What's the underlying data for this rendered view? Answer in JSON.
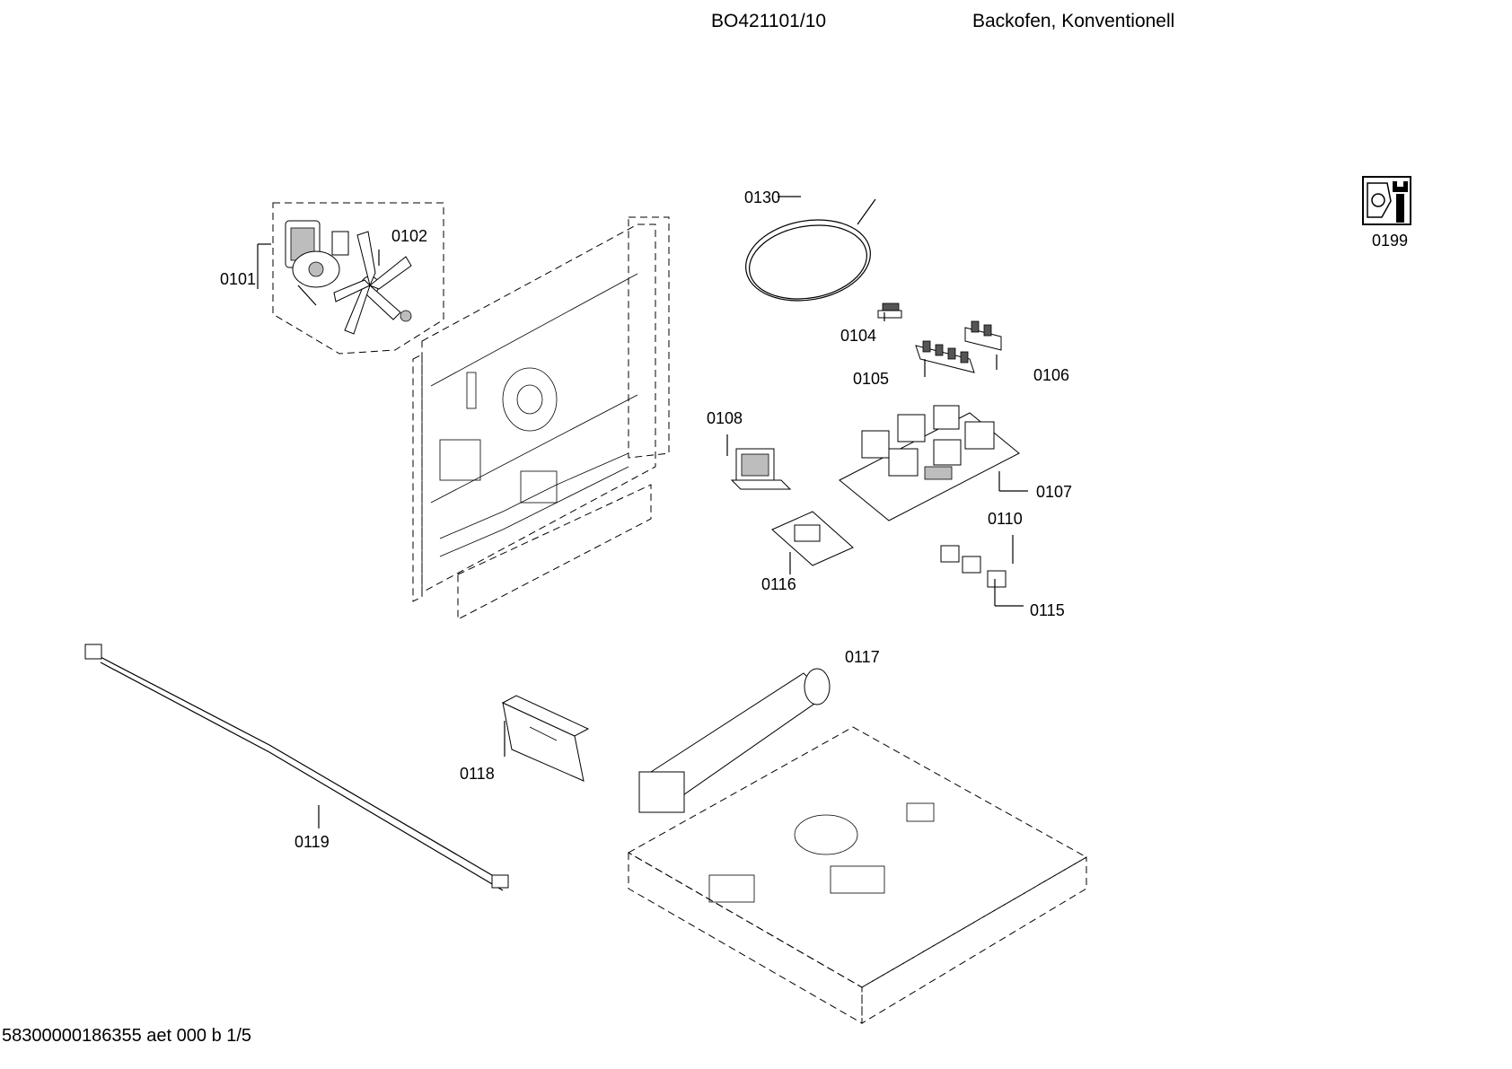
{
  "header": {
    "model": "BO421101/10",
    "description": "Backofen, Konventionell"
  },
  "footer": {
    "document_code": "58300000186355 aet 000 b 1/5"
  },
  "parts": [
    {
      "id": "0101"
    },
    {
      "id": "0102"
    },
    {
      "id": "0104"
    },
    {
      "id": "0105"
    },
    {
      "id": "0106"
    },
    {
      "id": "0107"
    },
    {
      "id": "0108"
    },
    {
      "id": "0110"
    },
    {
      "id": "0115"
    },
    {
      "id": "0116"
    },
    {
      "id": "0117"
    },
    {
      "id": "0118"
    },
    {
      "id": "0119"
    },
    {
      "id": "0130"
    },
    {
      "id": "0199"
    }
  ],
  "icons": {
    "service": "wrench-icon"
  }
}
